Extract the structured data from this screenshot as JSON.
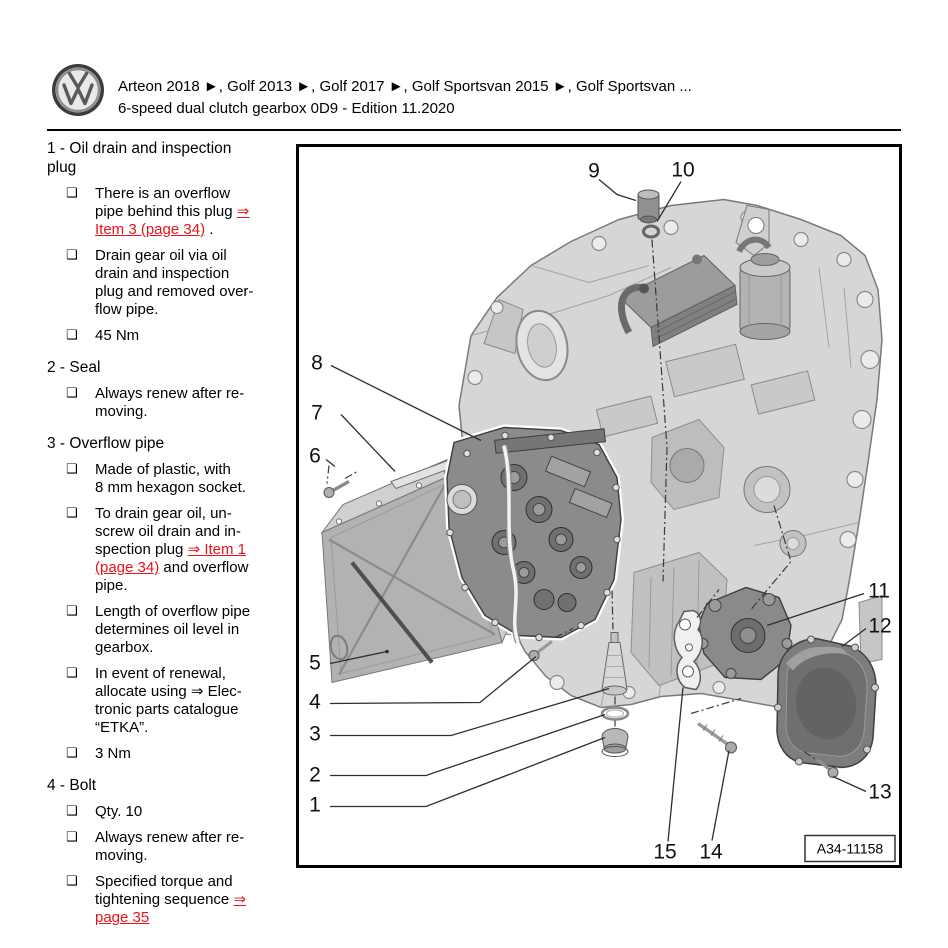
{
  "header": {
    "brand": "VW",
    "models_line": "Arteon 2018 ►, Golf 2013 ►, Golf 2017 ►, Golf Sportsvan 2015 ►, Golf Sportsvan ...",
    "edition_line": "6-speed dual clutch gearbox 0D9 - Edition 11.2020"
  },
  "colors": {
    "link_red": "#e5131b",
    "text": "#000000"
  },
  "glyphs": {
    "checkbox": "❑"
  },
  "parts": [
    {
      "title": "1 - Oil drain and inspection\nplug",
      "bullets": [
        {
          "segments": [
            {
              "t": "There is an overflow\npipe behind this plug "
            },
            {
              "t": "⇒\nItem 3 (page 34)",
              "link": true
            },
            {
              "t": " ."
            }
          ]
        },
        {
          "segments": [
            {
              "t": "Drain gear oil via oil\ndrain and inspection\nplug and removed over-\nflow pipe."
            }
          ]
        },
        {
          "segments": [
            {
              "t": "45 Nm"
            }
          ]
        }
      ]
    },
    {
      "title": "2 - Seal",
      "bullets": [
        {
          "segments": [
            {
              "t": "Always renew after re-\nmoving."
            }
          ]
        }
      ]
    },
    {
      "title": "3 - Overflow pipe",
      "bullets": [
        {
          "segments": [
            {
              "t": "Made of plastic, with\n8 mm hexagon socket."
            }
          ]
        },
        {
          "segments": [
            {
              "t": "To drain gear oil, un-\nscrew oil drain and in-\nspection plug "
            },
            {
              "t": "⇒ Item 1\n(page 34)",
              "link": true
            },
            {
              "t": " and overflow\npipe."
            }
          ]
        },
        {
          "segments": [
            {
              "t": "Length of overflow pipe\ndetermines oil level in\ngearbox."
            }
          ]
        },
        {
          "segments": [
            {
              "t": "In event of renewal,\nallocate using ⇒ Elec-\ntronic parts catalogue\n“ETKA”."
            }
          ]
        },
        {
          "segments": [
            {
              "t": "3 Nm"
            }
          ]
        }
      ]
    },
    {
      "title": "4 - Bolt",
      "bullets": [
        {
          "segments": [
            {
              "t": "Qty. 10"
            }
          ]
        },
        {
          "segments": [
            {
              "t": "Always renew after re-\nmoving."
            }
          ]
        },
        {
          "segments": [
            {
              "t": "Specified torque and\ntightening sequence "
            },
            {
              "t": "⇒\npage 35",
              "link": true
            }
          ]
        }
      ]
    }
  ],
  "figure": {
    "figure_id": "A34-11158",
    "callouts": {
      "1": "1",
      "2": "2",
      "3": "3",
      "4": "4",
      "5": "5",
      "6": "6",
      "7": "7",
      "8": "8",
      "9": "9",
      "10": "10",
      "11": "11",
      "12": "12",
      "13": "13",
      "14": "14",
      "15": "15"
    }
  }
}
